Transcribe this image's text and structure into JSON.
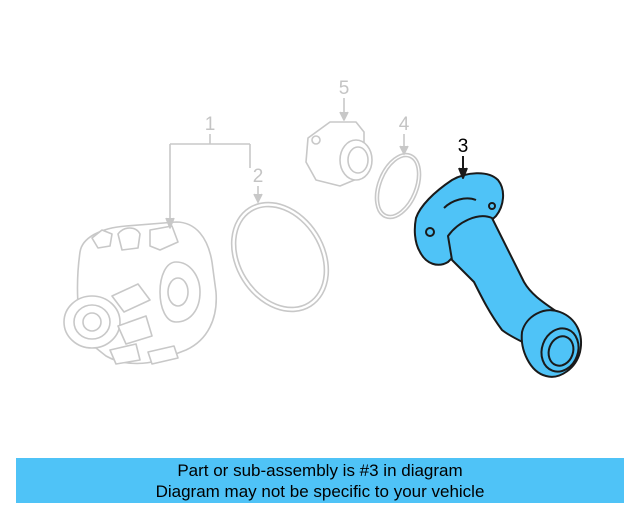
{
  "diagram": {
    "callouts": [
      {
        "id": "1",
        "label": "1",
        "highlighted": false
      },
      {
        "id": "2",
        "label": "2",
        "highlighted": false
      },
      {
        "id": "3",
        "label": "3",
        "highlighted": true
      },
      {
        "id": "4",
        "label": "4",
        "highlighted": false
      },
      {
        "id": "5",
        "label": "5",
        "highlighted": false
      }
    ],
    "colors": {
      "faded_outline": "#c8c8c8",
      "highlight_fill": "#4fc3f7",
      "highlight_outline": "#1a1a1a",
      "banner": "#4fc3f7"
    }
  },
  "banner": {
    "line1": "Part or sub-assembly is #3 in diagram",
    "line2": "Diagram may not be specific to your vehicle"
  }
}
